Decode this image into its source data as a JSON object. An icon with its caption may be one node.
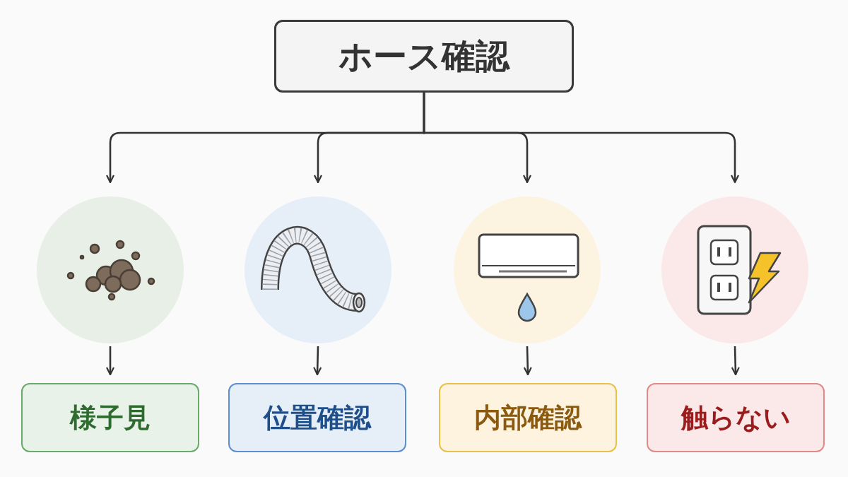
{
  "diagram": {
    "nodes": [
      {
        "text": [
          "ホース確認"
        ]
      },
      {
        "text": [],
        "shape": "picture"
      },
      {
        "text": [],
        "shape": "picture"
      },
      {
        "text": [],
        "shape": "picture"
      },
      {
        "text": [],
        "shape": "picture"
      },
      {
        "text": [
          "様子見"
        ]
      },
      {
        "text": [
          "位置確認"
        ]
      },
      {
        "text": [
          "内部確認"
        ]
      },
      {
        "text": [
          "触らない"
        ]
      }
    ],
    "edges": [
      {
        "from": 0,
        "to": 1,
        "arrow": "to"
      },
      {
        "from": 0,
        "to": 2,
        "arrow": "to"
      },
      {
        "from": 0,
        "to": 3,
        "arrow": "to"
      },
      {
        "from": 0,
        "to": 4,
        "arrow": "to"
      },
      {
        "from": 1,
        "to": 5,
        "arrow": "to"
      },
      {
        "from": 2,
        "to": 6,
        "arrow": "to"
      },
      {
        "from": 3,
        "to": 7,
        "arrow": "to"
      },
      {
        "from": 4,
        "to": 8,
        "arrow": "to"
      }
    ]
  }
}
